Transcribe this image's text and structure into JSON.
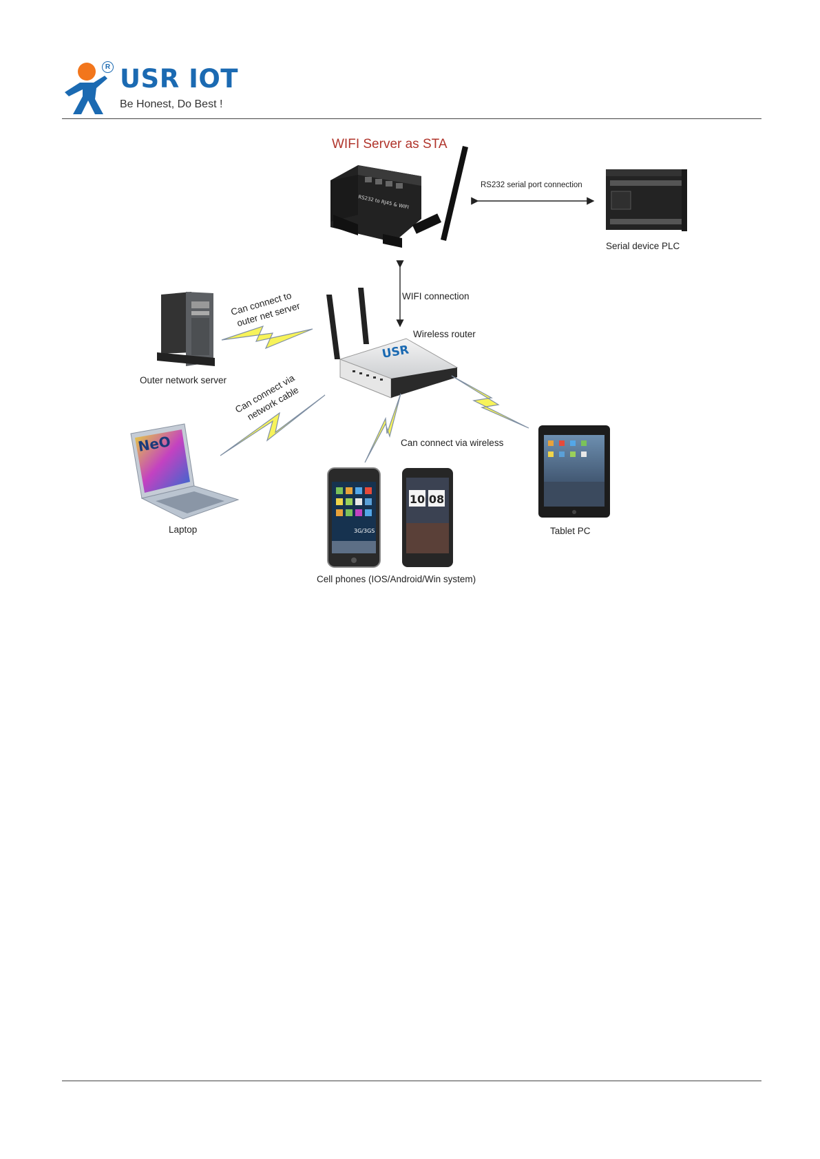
{
  "header": {
    "logo_name": "USR IOT",
    "tagline": "Be Honest, Do Best !",
    "registered_mark": "R"
  },
  "diagram": {
    "title": "WIFI Server as STA",
    "nodes": {
      "serial_server_label": "RS232 to RJ45 & WIFI",
      "plc": "Serial device PLC",
      "router": "Wireless  router",
      "router_brand": "USR",
      "outer_server": "Outer network server",
      "laptop": "Laptop",
      "laptop_screen_text": "NeO",
      "tablet": "Tablet PC",
      "phones": "Cell phones (IOS/Android/Win system)",
      "phone_clock_h": "10",
      "phone_clock_m": "08",
      "phone_network": "3G/3GS"
    },
    "edges": {
      "serial": "RS232 serial port connection",
      "wifi": "WIFI connection",
      "outer_line1": "Can connect to",
      "outer_line2": "outer net server",
      "cable_line1": "Can connect via",
      "cable_line2": "network cable",
      "wireless": "Can connect via wireless"
    }
  },
  "colors": {
    "title": "#b0342b",
    "logo_blue": "#1b6ab2",
    "logo_orange": "#f2761c",
    "lightning_fill": "#f7f35a",
    "lightning_stroke": "#7f8fa3"
  }
}
